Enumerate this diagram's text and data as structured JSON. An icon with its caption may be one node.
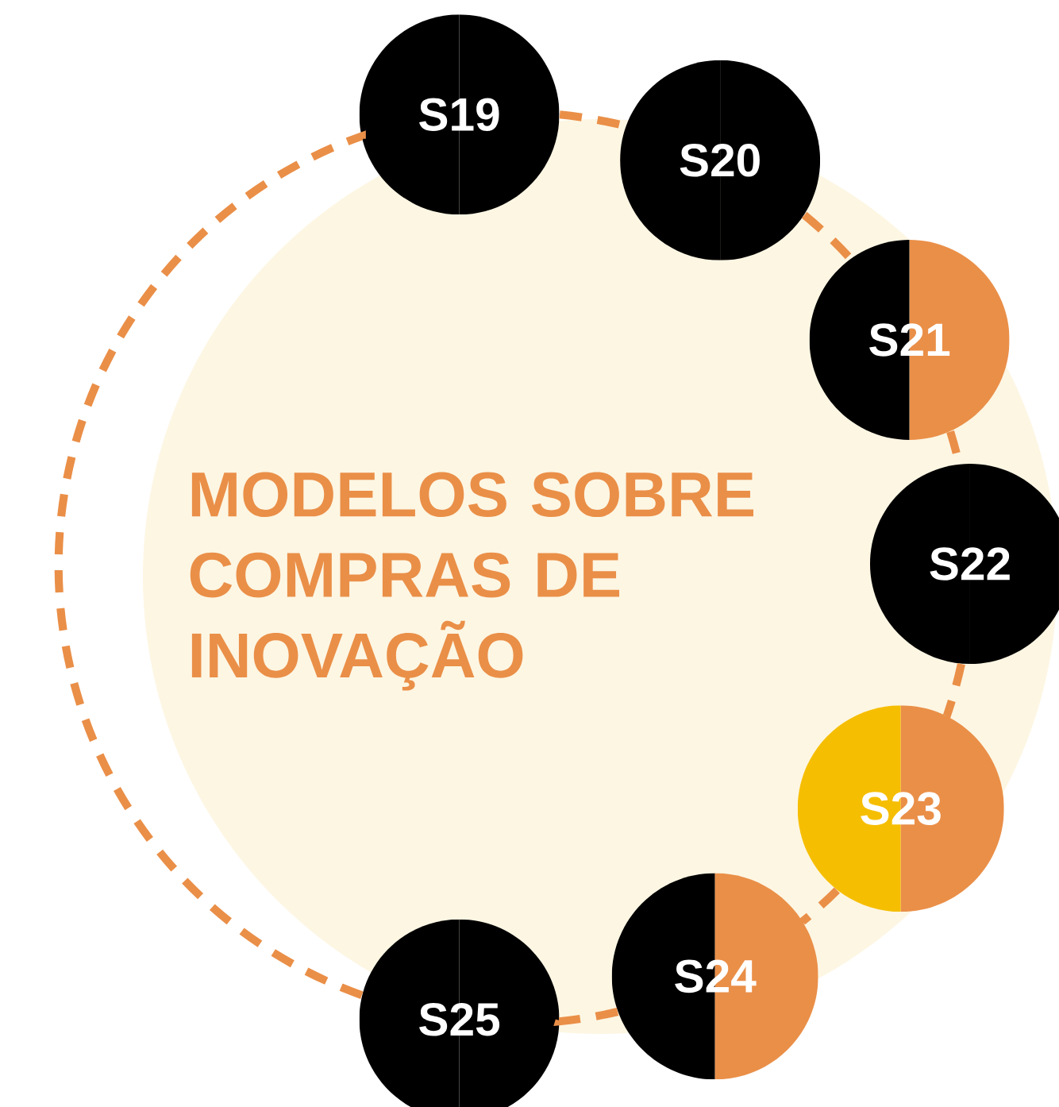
{
  "diagram": {
    "nodes": [
      {
        "text": [
          "MODELOS SOBRE COMPRAS DE INOVAÇÃO"
        ]
      },
      {
        "text": [
          "S19"
        ]
      },
      {
        "text": [
          "S20"
        ]
      },
      {
        "text": [
          "S21"
        ]
      },
      {
        "text": [
          "S22"
        ]
      },
      {
        "text": [
          "S23"
        ]
      },
      {
        "text": [
          "S24"
        ]
      },
      {
        "text": [
          "S25"
        ]
      }
    ],
    "edges": [
      {
        "from": 1,
        "to": 2,
        "arrow": "none",
        "style": "dashed"
      },
      {
        "from": 2,
        "to": 3,
        "arrow": "none",
        "style": "dashed"
      },
      {
        "from": 3,
        "to": 4,
        "arrow": "none",
        "style": "dashed"
      },
      {
        "from": 4,
        "to": 5,
        "arrow": "none",
        "style": "dashed"
      },
      {
        "from": 5,
        "to": 6,
        "arrow": "none",
        "style": "dashed"
      },
      {
        "from": 6,
        "to": 7,
        "arrow": "none",
        "style": "dashed"
      },
      {
        "from": 7,
        "to": 1,
        "arrow": "none",
        "style": "dashed"
      }
    ]
  }
}
